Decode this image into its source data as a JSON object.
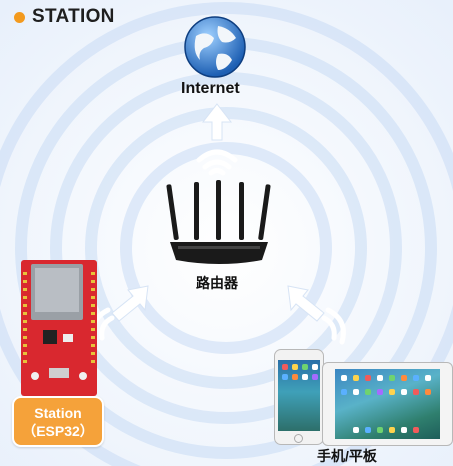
{
  "header": {
    "title": "STATION"
  },
  "nodes": {
    "internet": {
      "label": "Internet",
      "icon": "globe-icon"
    },
    "router": {
      "label": "路由器",
      "icon": "router-icon"
    },
    "station": {
      "label_line1": "Station",
      "label_line2": "（ESP32）",
      "icon": "esp32-board-icon"
    },
    "mobile": {
      "label": "手机/平板",
      "icon": "phone-tablet-icon"
    }
  },
  "colors": {
    "accent_orange": "#f39a1e",
    "badge_orange": "#f5a23a",
    "ring_blue": "#c9dcf5",
    "arrow_white": "#ffffff",
    "board_red": "#d9282f"
  }
}
